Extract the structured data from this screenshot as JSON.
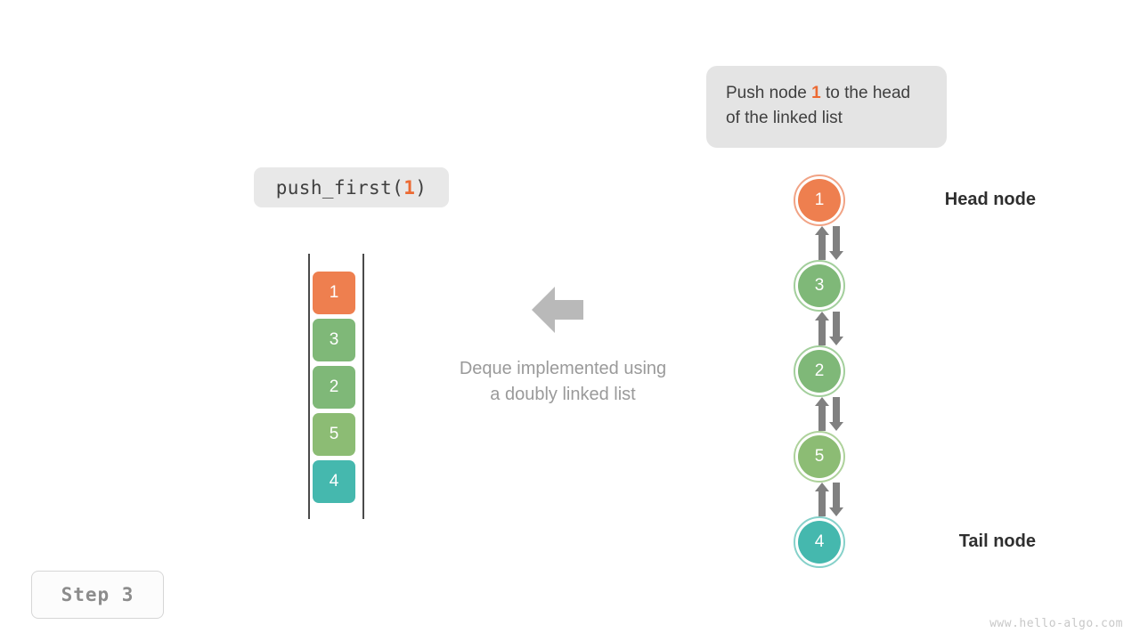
{
  "callout": {
    "text_before": "Push node ",
    "highlight": "1",
    "text_after": " to the head of the linked list",
    "bg_color": "#e4e4e4",
    "highlight_color": "#ec6a33"
  },
  "operation": {
    "prefix": "push_first(",
    "argument": "1",
    "suffix": ")"
  },
  "center": {
    "arrow_icon": "arrow-left-icon",
    "arrow_color": "#b9b9b9",
    "caption_line1": "Deque implemented using",
    "caption_line2": "a doubly linked list"
  },
  "stack": {
    "name": "deque-array-column",
    "items": [
      {
        "value": "1",
        "color": "#ee7f4f"
      },
      {
        "value": "3",
        "color": "#7fb878"
      },
      {
        "value": "2",
        "color": "#7fb878"
      },
      {
        "value": "5",
        "color": "#8cbc74"
      },
      {
        "value": "4",
        "color": "#45b8ae"
      }
    ]
  },
  "linked_list": {
    "head_label": "Head node",
    "tail_label": "Tail node",
    "nodes": [
      {
        "value": "1",
        "color": "#ee7f4f",
        "ring": "#f1a385"
      },
      {
        "value": "3",
        "color": "#7fb878",
        "ring": "#a3cf9c"
      },
      {
        "value": "2",
        "color": "#7fb878",
        "ring": "#a3cf9c"
      },
      {
        "value": "5",
        "color": "#8cbc74",
        "ring": "#aed29b"
      },
      {
        "value": "4",
        "color": "#45b8ae",
        "ring": "#86d1ca"
      }
    ],
    "link_color": "#808080"
  },
  "step_badge": "Step 3",
  "watermark": "www.hello-algo.com"
}
